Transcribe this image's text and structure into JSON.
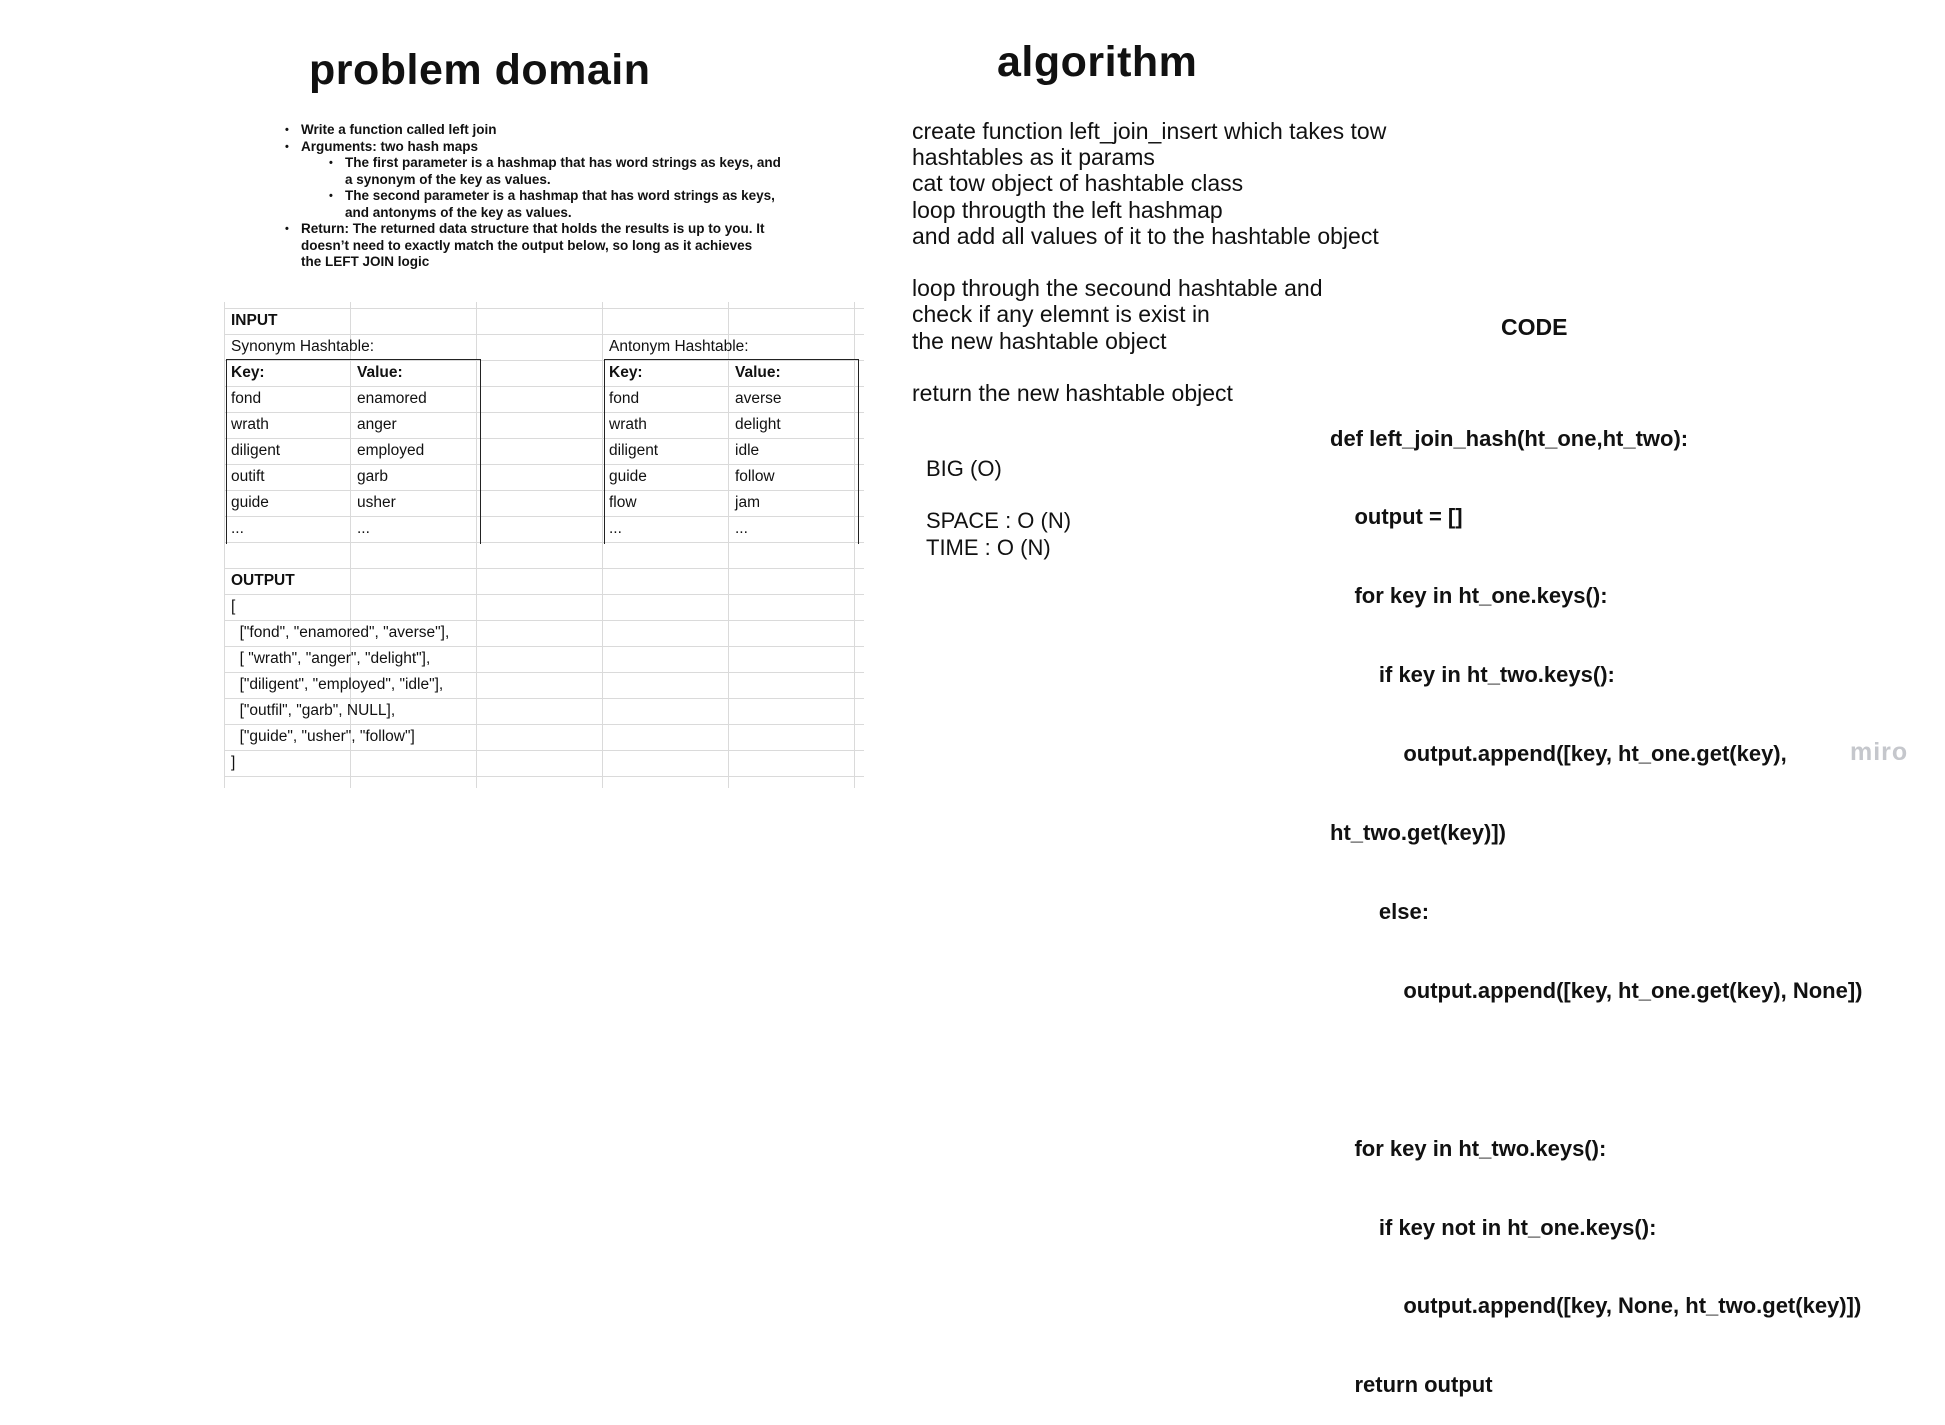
{
  "headings": {
    "problem_domain": "problem domain",
    "algorithm": "algorithm",
    "code": "CODE"
  },
  "requirements": {
    "item1": "Write a function called left join",
    "item2": "Arguments: two hash maps",
    "sub1_line1": "The first parameter is a hashmap that has word strings as keys, and",
    "sub1_line2": "a synonym of the key as values.",
    "sub2_line1": "The second parameter is a hashmap that has word strings as keys,",
    "sub2_line2": "and antonyms of the key as values.",
    "item3_line1": "Return: The returned data structure that holds the results is up to you. It",
    "item3_line2": "doesn’t need to exactly match the output below, so long as it achieves",
    "item3_line3": "the LEFT JOIN logic"
  },
  "sheet": {
    "input_label": "INPUT",
    "synonym_title": "Synonym Hashtable:",
    "antonym_title": "Antonym Hashtable:",
    "key_header": "Key:",
    "value_header": "Value:",
    "synonym_rows": [
      {
        "key": "fond",
        "value": "enamored"
      },
      {
        "key": "wrath",
        "value": "anger"
      },
      {
        "key": "diligent",
        "value": "employed"
      },
      {
        "key": "outift",
        "value": "garb"
      },
      {
        "key": "guide",
        "value": "usher"
      },
      {
        "key": "...",
        "value": "..."
      }
    ],
    "antonym_rows": [
      {
        "key": "fond",
        "value": "averse"
      },
      {
        "key": "wrath",
        "value": "delight"
      },
      {
        "key": "diligent",
        "value": "idle"
      },
      {
        "key": "guide",
        "value": "follow"
      },
      {
        "key": "flow",
        "value": "jam"
      },
      {
        "key": "...",
        "value": "..."
      }
    ],
    "output_label": "OUTPUT",
    "output_lines": [
      "[",
      "  [\"fond\", \"enamored\", \"averse\"],",
      "  [ \"wrath\", \"anger\", \"delight\"],",
      "  [\"diligent\", \"employed\", \"idle\"],",
      "  [\"outfil\", \"garb\", NULL],",
      "  [\"guide\", \"usher\", \"follow\"]",
      "]"
    ]
  },
  "algorithm_lines": {
    "l1": "create function left_join_insert which takes tow",
    "l2": "hashtables as it params",
    "l3": "cat tow object of hashtable class",
    "l4": "loop througth the left hashmap",
    "l5": "and add all values of it to the hashtable object",
    "l6": "loop through the secound hashtable and",
    "l7": "check if any elemnt is exist in",
    "l8": "the new hashtable object",
    "l9": "return the new hashtable object"
  },
  "complexity": {
    "big": "BIG  (O)",
    "space": "SPACE : O (N)",
    "time": "TIME : O (N)"
  },
  "code_lines": [
    "def left_join_hash(ht_one,ht_two):",
    "    output = []",
    "    for key in ht_one.keys():",
    "        if key in ht_two.keys():",
    "            output.append([key, ht_one.get(key),",
    "ht_two.get(key)])",
    "        else:",
    "            output.append([key, ht_one.get(key), None])",
    "",
    "    for key in ht_two.keys():",
    "        if key not in ht_one.keys():",
    "            output.append([key, None, ht_two.get(key)])",
    "    return output"
  ],
  "watermark": "miro"
}
